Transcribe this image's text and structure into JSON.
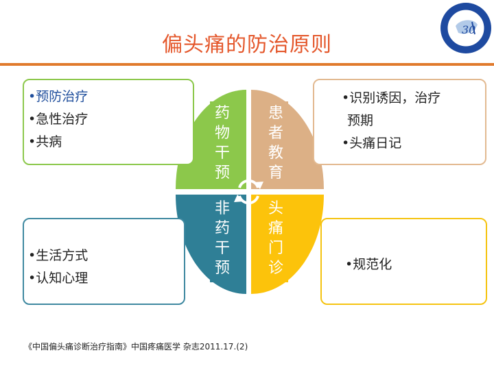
{
  "slide": {
    "title": "偏头痛的防治原则",
    "footnote": "《中国偏头痛诊断治疗指南》中国疼痛医学 杂志2011.17.(2)"
  },
  "colors": {
    "title": "#e4572b",
    "rule": "#e07a2c",
    "green": "#8cc84b",
    "tan": "#dcb086",
    "teal": "#2f7f96",
    "yellow": "#fcc30b",
    "highlight_text": "#1f4e9c"
  },
  "logo": {
    "icon": "institution-seal-icon",
    "text": "30"
  },
  "quadrants": {
    "top_left": {
      "chars": [
        "药",
        "物",
        "干",
        "预"
      ]
    },
    "top_right": {
      "chars": [
        "患",
        "者",
        "教",
        "育"
      ]
    },
    "bottom_left": {
      "chars": [
        "非",
        "药",
        "干",
        "预"
      ]
    },
    "bottom_right": {
      "chars": [
        "头",
        "痛",
        "门",
        "诊"
      ]
    }
  },
  "center_icon": "cycle-arrows-icon",
  "boxes": {
    "top_left": {
      "items": [
        "•预防治疗",
        "•急性治疗",
        "•共病"
      ]
    },
    "top_right": {
      "items": [
        "•识别诱因，治疗",
        "预期",
        "•头痛日记"
      ]
    },
    "bottom_left": {
      "items": [
        "•生活方式",
        "•认知心理"
      ]
    },
    "bottom_right": {
      "items": [
        "•规范化"
      ]
    }
  }
}
